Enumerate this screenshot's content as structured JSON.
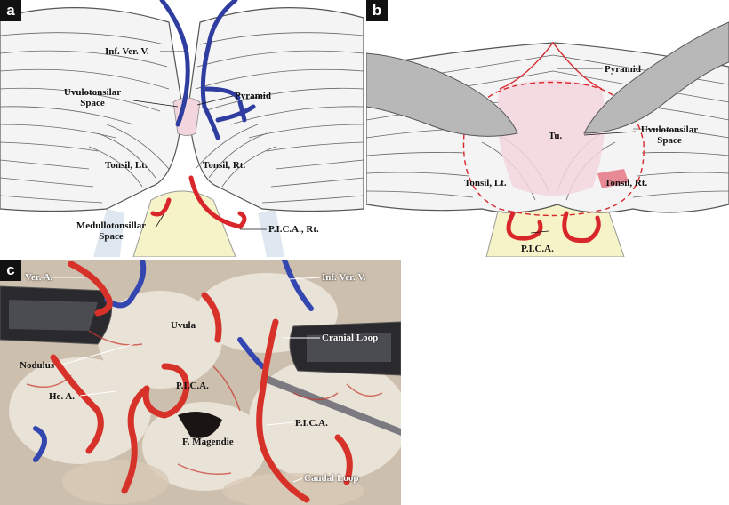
{
  "panels": {
    "a": {
      "tag": "a",
      "labels": {
        "inf_ver_v": "Inf. Ver. V.",
        "uvulotonsilar_1": "Uvulotonsilar",
        "uvulotonsilar_2": "Space",
        "pyramid": "Pyramid",
        "tonsil_lt": "Tonsil, Lt.",
        "tonsil_rt": "Tonsil, Rt.",
        "medullotonsillar_1": "Medullotonsillar",
        "medullotonsillar_2": "Space",
        "pica_rt": "P.I.C.A., Rt."
      }
    },
    "b": {
      "tag": "b",
      "labels": {
        "pyramid": "Pyramid",
        "tu": "Tu.",
        "uvulotonsilar_1": "Uvulotonsilar",
        "uvulotonsilar_2": "Space",
        "tonsil_lt": "Tonsil, Lt.",
        "tonsil_rt": "Tonsil, Rt.",
        "pica": "P.I.C.A."
      }
    },
    "c": {
      "tag": "c",
      "labels": {
        "ver_a": "Ver. A.",
        "inf_ver_v": "Inf. Ver. V.",
        "uvula": "Uvula",
        "cranial_loop": "Cranial Loop",
        "nodulus": "Nodulus",
        "he_a": "He. A.",
        "pica_left": "P.I.C.A.",
        "pica_right": "P.I.C.A.",
        "f_magendie": "F. Magendie",
        "caudal_loop": "Caudal Loop"
      }
    }
  },
  "colors": {
    "vein_blue": "#2f3da0",
    "artery_red": "#d8262b",
    "brainstem_yellow": "#f6f3c8",
    "tumor_pink": "#f3d6dd",
    "cerebellum_fill": "#f4f4f4",
    "retractor_gray": "#b8b8b8"
  }
}
